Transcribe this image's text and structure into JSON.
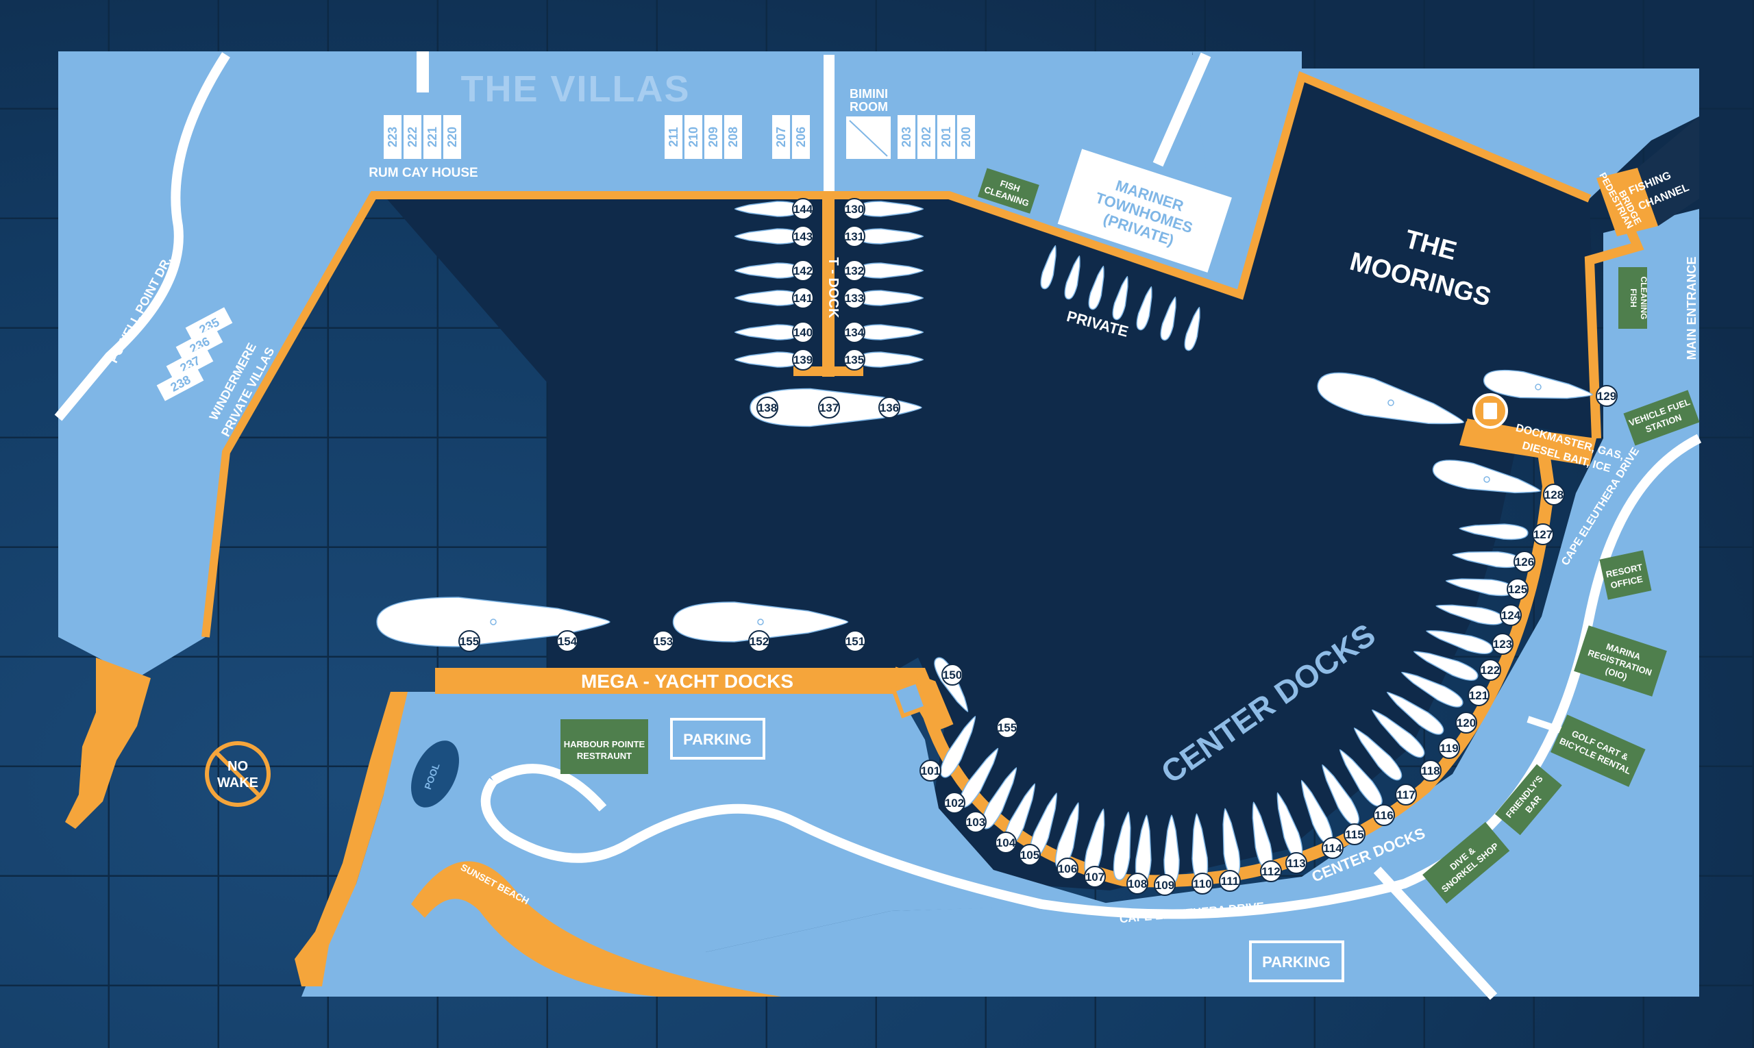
{
  "colors": {
    "frame": "#15304f",
    "water": "#123457",
    "land": "#7fb6e6",
    "dock": "#f5a53b",
    "building": "#ffffff",
    "green": "#4f7f4d",
    "boat": "#ffffff",
    "marker": "#ffffff"
  },
  "areas": {
    "villas": "THE VILLAS",
    "moorings": [
      "THE",
      "MOORINGS"
    ],
    "center_docks": "CENTER DOCKS",
    "center_docks_small": "CENTER DOCKS",
    "mega_yacht": "MEGA - YACHT DOCKS",
    "private": "PRIVATE",
    "mariner": [
      "MARINER",
      "TOWNHOMES",
      "(PRIVATE)"
    ],
    "rum_cay": "RUM CAY HOUSE",
    "bimini": [
      "BIMINI",
      "ROOM"
    ],
    "windermere": [
      "WINDERMERE",
      "PRIVATE VILLAS"
    ],
    "t_dock": "T - DOCK",
    "dockmaster": [
      "DOCKMASTER, GAS,",
      "DIESEL BAIT, ICE"
    ],
    "pedestrian_bridge": [
      "PEDESTRIAN",
      "BRIDGE"
    ],
    "fishing_channel": [
      "FISHING",
      "CHANNEL"
    ],
    "main_entrance": "MAIN ENTRANCE",
    "sunset_beach": "SUNSET BEACH",
    "pool": "POOL",
    "no_wake": [
      "NO",
      "WAKE"
    ]
  },
  "roads": {
    "powell": "POWELL POINT DR.",
    "cape_bottom": "CAPE ELEUTHERA DRIVE",
    "cape_right": "CAPE ELEUTHERA DRIVE"
  },
  "buildings": {
    "villas_a": [
      "223",
      "222",
      "221",
      "220"
    ],
    "villas_b": [
      "211",
      "210",
      "209",
      "208"
    ],
    "villas_c": [
      "207",
      "206"
    ],
    "villas_d": [
      "203",
      "202",
      "201",
      "200"
    ],
    "windermere": [
      "235",
      "236",
      "237",
      "238"
    ],
    "parking_1": "PARKING",
    "parking_2": "PARKING"
  },
  "facilities": {
    "fish_cleaning_1": [
      "FISH",
      "CLEANING"
    ],
    "fish_cleaning_2": [
      "FISH",
      "CLEANING"
    ],
    "harbour": [
      "HARBOUR POINTE",
      "RESTRAUNT"
    ],
    "vehicle_fuel": [
      "VEHICLE FUEL",
      "STATION"
    ],
    "resort_office": [
      "RESORT",
      "OFFICE"
    ],
    "marina_reg": [
      "MARINA",
      "REGISTRATION",
      "(OIO)"
    ],
    "golf_cart": [
      "GOLF CART &",
      "BICYCLE RENTAL"
    ],
    "friendlys": [
      "FRIENDLY'S",
      "BAR"
    ],
    "dive_shop": [
      "DIVE &",
      "SNORKEL SHOP"
    ]
  },
  "slips": {
    "t_dock_left": [
      "144",
      "143",
      "142",
      "141",
      "140",
      "139"
    ],
    "t_dock_right": [
      "130",
      "131",
      "132",
      "133",
      "134",
      "135"
    ],
    "t_dock_end": [
      "138",
      "137",
      "136"
    ],
    "mega": [
      "155",
      "154",
      "153",
      "152",
      "151"
    ],
    "center_inner": [
      "150",
      "155"
    ],
    "center_arc": [
      "101",
      "102",
      "103",
      "104",
      "105",
      "106",
      "107",
      "108",
      "109",
      "110",
      "111",
      "112",
      "113",
      "114",
      "115",
      "116",
      "117",
      "118",
      "119",
      "120",
      "121",
      "122",
      "123",
      "124",
      "125",
      "126",
      "127",
      "128"
    ],
    "moorings_end": "129"
  }
}
